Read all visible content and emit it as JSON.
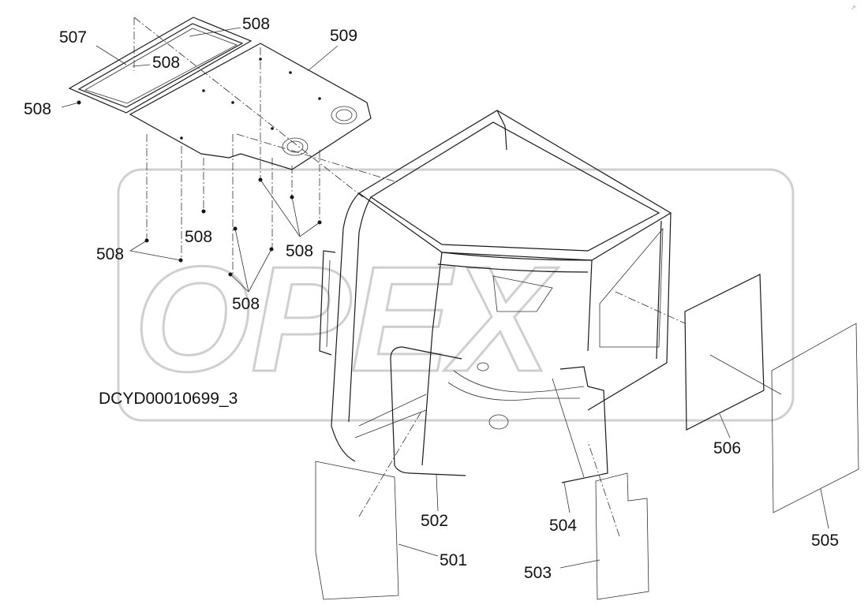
{
  "diagram": {
    "drawing_code": "DCYD00010699_3",
    "watermark_text": "OPEX",
    "part_labels": [
      "501",
      "502",
      "503",
      "504",
      "505",
      "506",
      "507",
      "508",
      "509"
    ],
    "callouts": {
      "c507": "507",
      "c508a": "508",
      "c508b": "508",
      "c508c": "508",
      "c509": "509",
      "c508d": "508",
      "c508e": "508",
      "c508f": "508",
      "c508g": "508",
      "c506": "506",
      "c505": "505",
      "c502": "502",
      "c504": "504",
      "c501": "501",
      "c503": "503"
    }
  }
}
